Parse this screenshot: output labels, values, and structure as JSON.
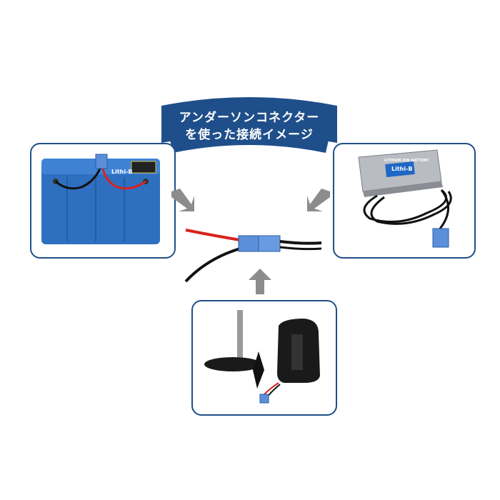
{
  "banner": {
    "line1": "アンダーソンコネクター",
    "line2": "を使った接続イメージ",
    "color": "#1f4f8a"
  },
  "battery": {
    "brand_label": "Lithi-B",
    "body_color": "#2f6fbf"
  },
  "charger": {
    "small_label": "LITHIUM ION BATTERY",
    "brand_label": "Lithi-B"
  },
  "colors": {
    "frame_border": "#1f4f8a",
    "arrow": "#8c8c8c",
    "connector": "#5b8fd9",
    "wire_red": "#d8231f",
    "wire_black": "#111111"
  },
  "icons": {
    "arrow_left": "arrow-right-icon",
    "arrow_right": "arrow-left-icon",
    "arrow_up": "arrow-up-icon"
  }
}
